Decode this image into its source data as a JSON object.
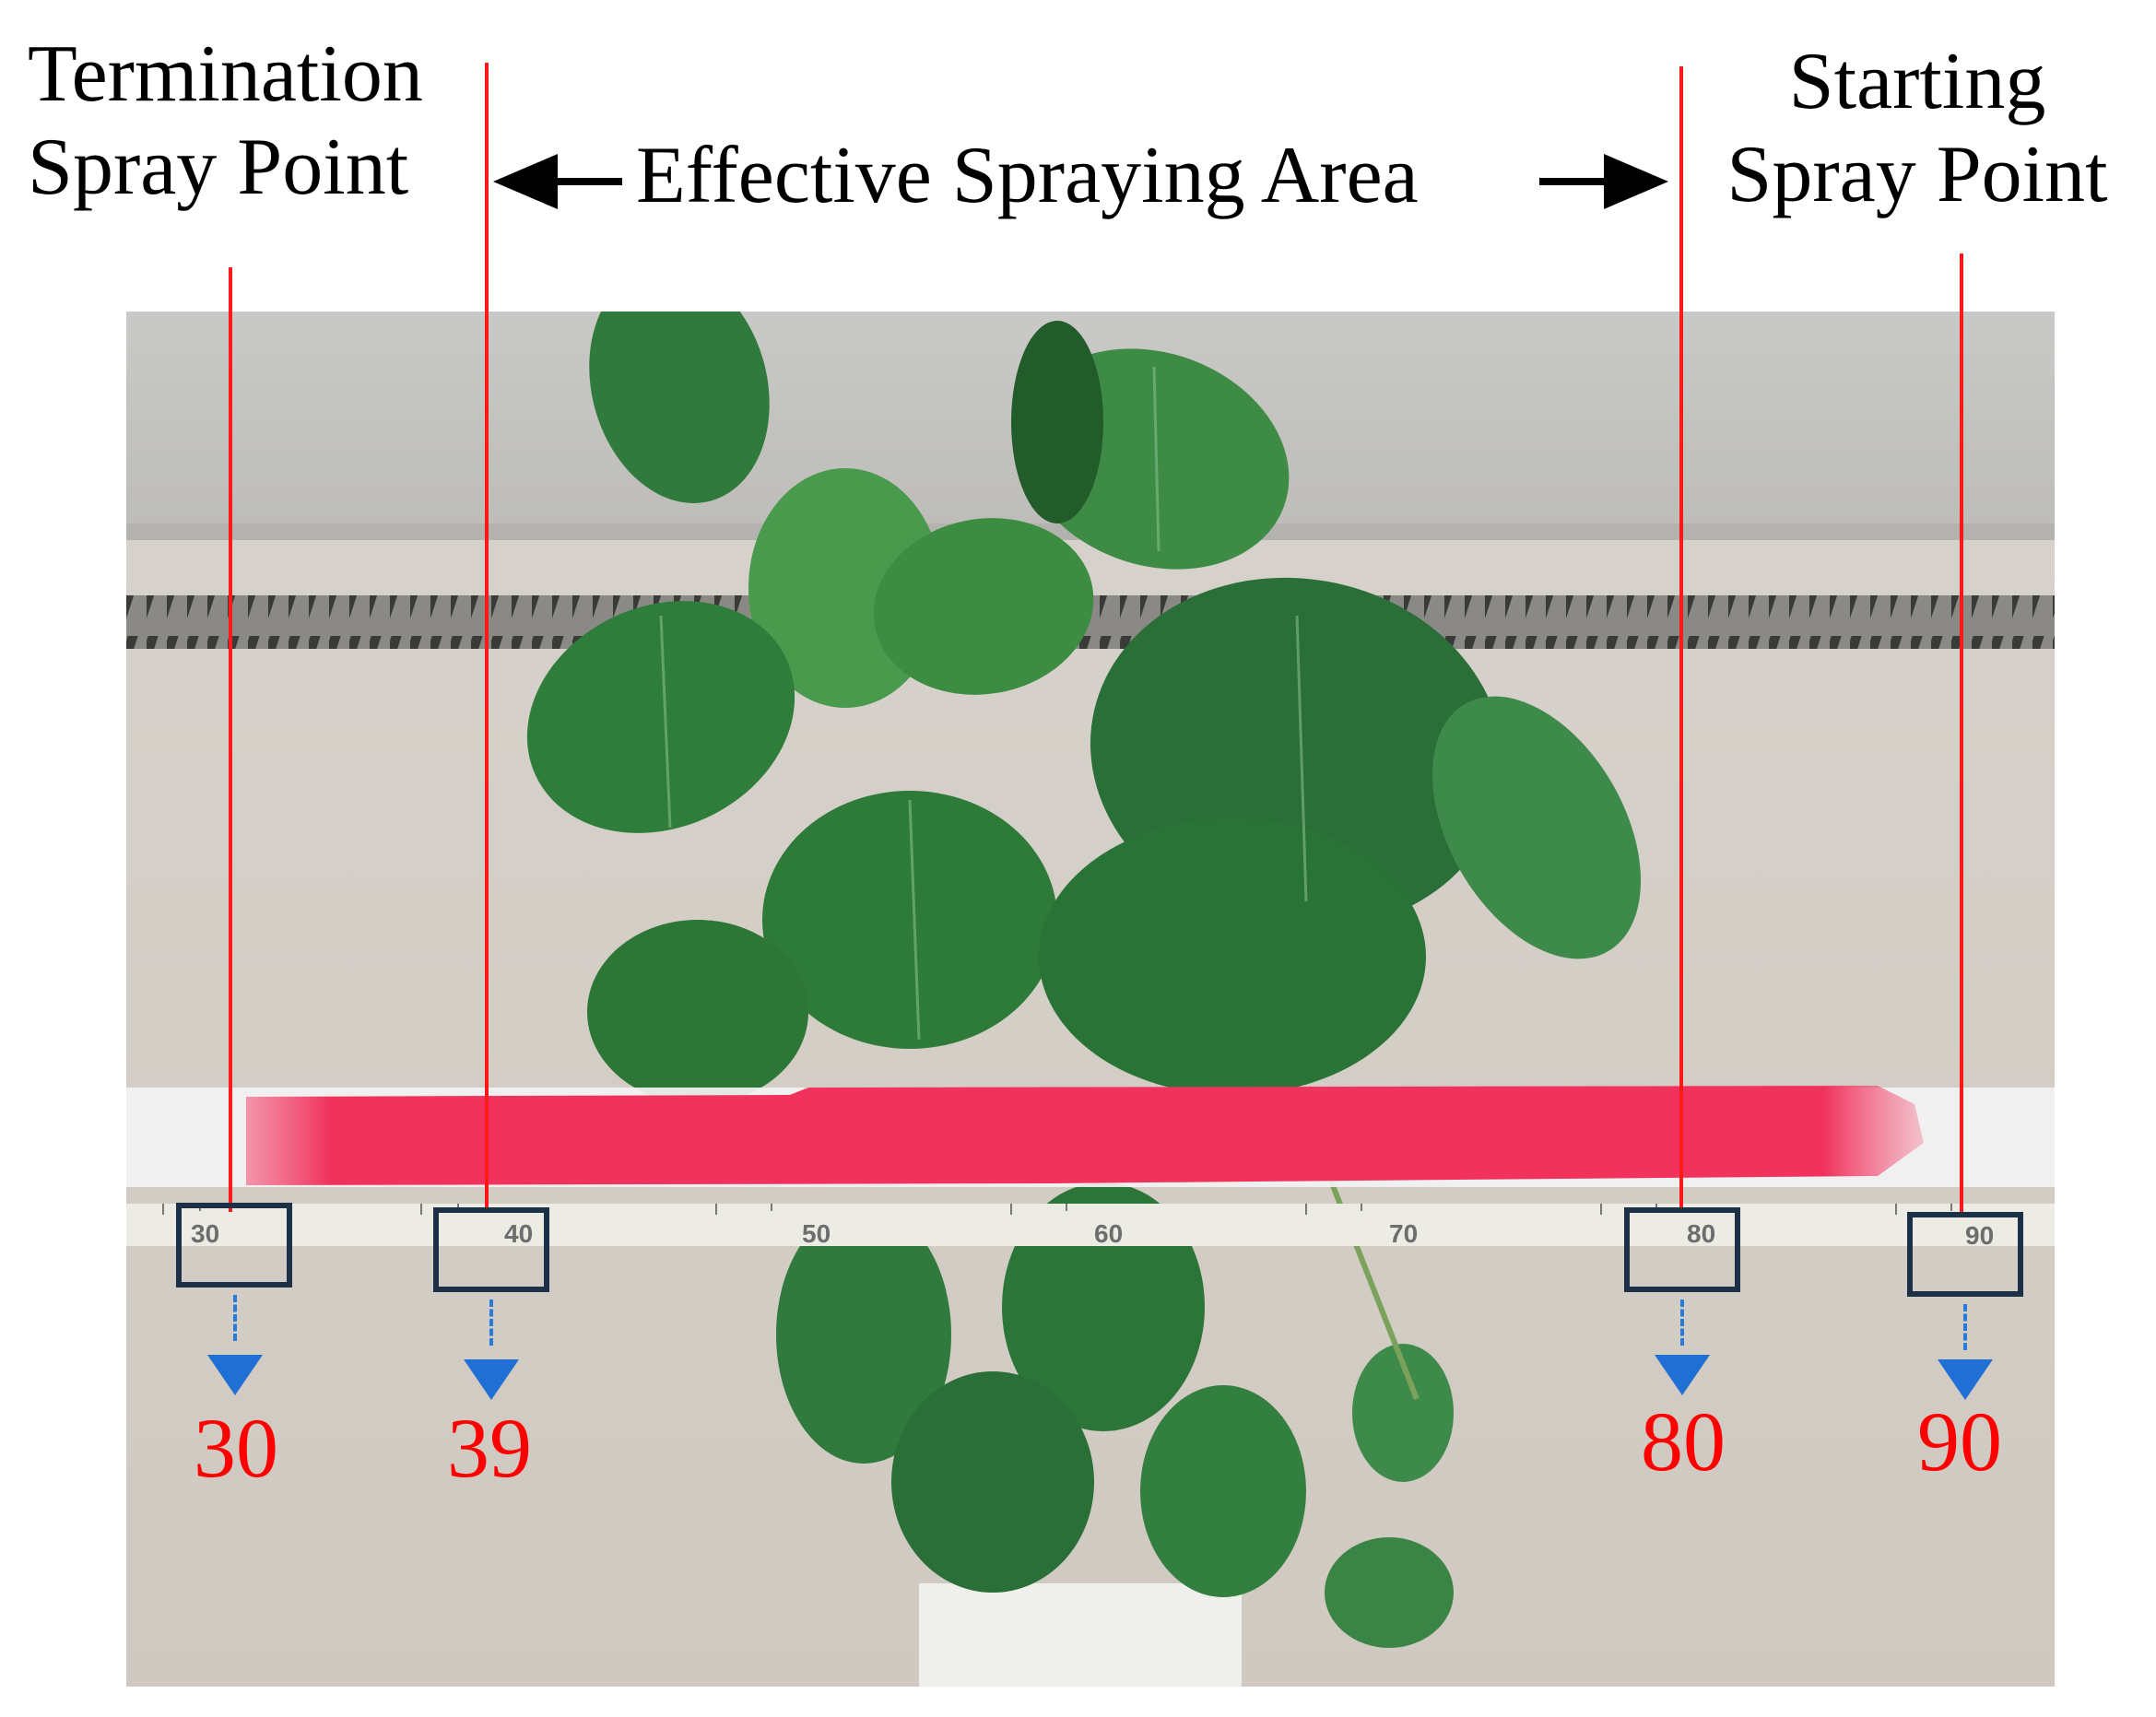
{
  "labels": {
    "termination_line1": "Termination",
    "termination_line2": "Spray Point",
    "effective_area": "Effective Spraying Area",
    "starting_line1": "Starting",
    "starting_line2": "Spray Point"
  },
  "markers": [
    {
      "reading": "30",
      "tape_label": "30"
    },
    {
      "reading": "39",
      "tape_label": "40"
    },
    {
      "reading": "80",
      "tape_label": "80"
    },
    {
      "reading": "90",
      "tape_label": "90"
    }
  ],
  "tape_numbers": [
    "50",
    "60",
    "70"
  ],
  "colors": {
    "marker_line": "#ff1a1a",
    "reading_text": "#ff0000",
    "spray_band": "#f2345f",
    "box_border": "#1c3048",
    "pointer_arrow": "#1f6fd4"
  }
}
